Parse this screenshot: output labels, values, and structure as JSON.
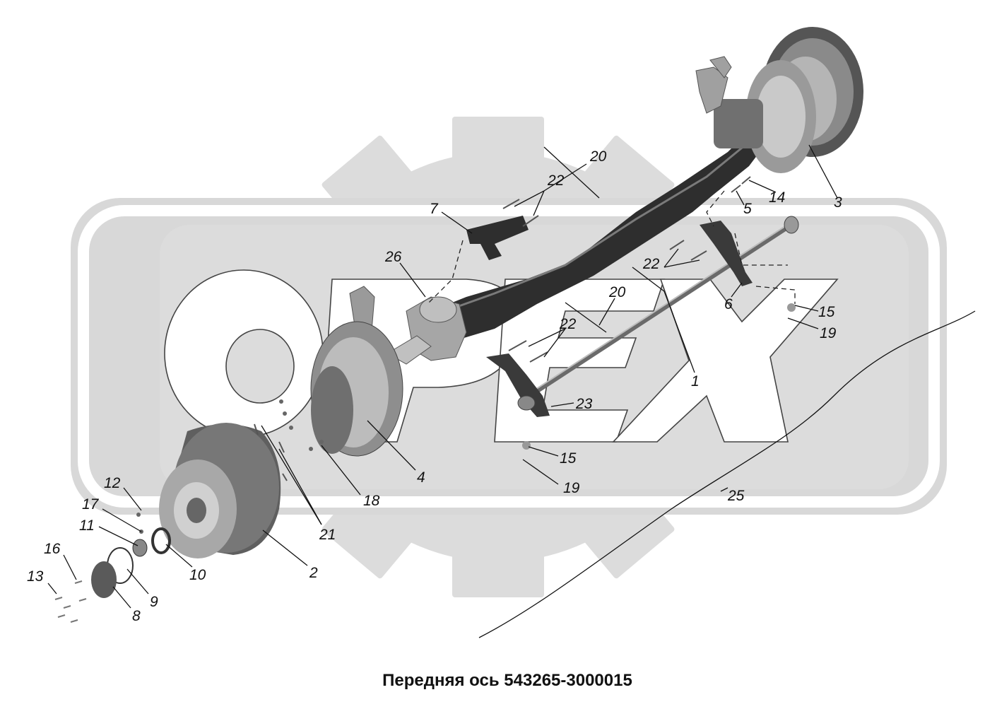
{
  "caption": "Передняя ось 543265-3000015",
  "watermark": {
    "text": "OPEX",
    "color": "#d9d9d9"
  },
  "colors": {
    "part_dark": "#2b2b2b",
    "part_mid": "#7a7a7a",
    "part_light": "#c4c4c4",
    "line": "#111111"
  },
  "labels": {
    "l1": "1",
    "l2": "2",
    "l3": "3",
    "l4": "4",
    "l5": "5",
    "l6": "6",
    "l7": "7",
    "l8": "8",
    "l9": "9",
    "l10": "10",
    "l11": "11",
    "l12": "12",
    "l13": "13",
    "l14": "14",
    "l15a": "15",
    "l15b": "15",
    "l16": "16",
    "l17": "17",
    "l18": "18",
    "l19a": "19",
    "l19b": "19",
    "l20a": "20",
    "l20b": "20",
    "l21": "21",
    "l22a": "22",
    "l22b": "22",
    "l22c": "22",
    "l23": "23",
    "l25": "25",
    "l26": "26"
  }
}
